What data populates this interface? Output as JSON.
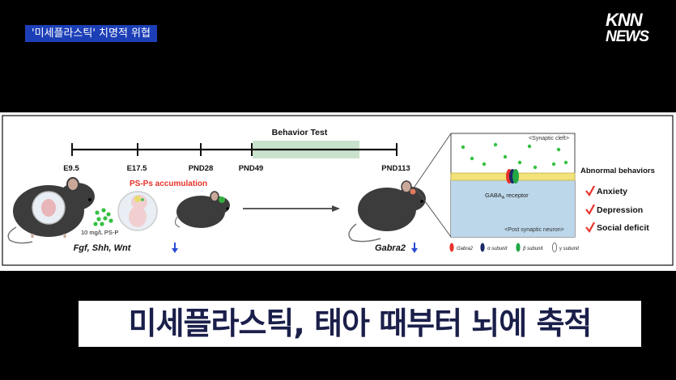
{
  "topic_tag": "'미세플라스틱' 치명적 위협",
  "broadcaster": {
    "line1": "KNN",
    "line2": "NEWS"
  },
  "figure": {
    "behavior_test": "Behavior Test",
    "timeline": [
      "E9.5",
      "E17.5",
      "PND28",
      "PND49",
      "PND113"
    ],
    "accumulation": "PS-Ps accumulation",
    "dose": "10 mg/L  PS-P",
    "genes_left": "Fgf, Shh, Wnt",
    "gene_right": "Gabra2",
    "synaptic_cleft": "<Synaptic cleft>",
    "receptor": "GABA",
    "receptor_sub": "A",
    "receptor_suffix": " receptor",
    "post_synaptic": "<Post synaptic neuron>",
    "legend": [
      "Gabra2",
      "α subunit",
      "β subunit",
      "γ subunit"
    ],
    "abnormal_title": "Abnormal behaviors",
    "behaviors": [
      "Anxiety",
      "Depression",
      "Social deficit"
    ],
    "colors": {
      "test_band": "#c9e2cc",
      "membrane": "#f1e27a",
      "neuron": "#bcd7ea",
      "particle": "#35c142",
      "red": "#e8322b",
      "down_arrow": "#2a4cd1"
    }
  },
  "headline": "미세플라스틱, 태아 때부터 뇌에 축적"
}
